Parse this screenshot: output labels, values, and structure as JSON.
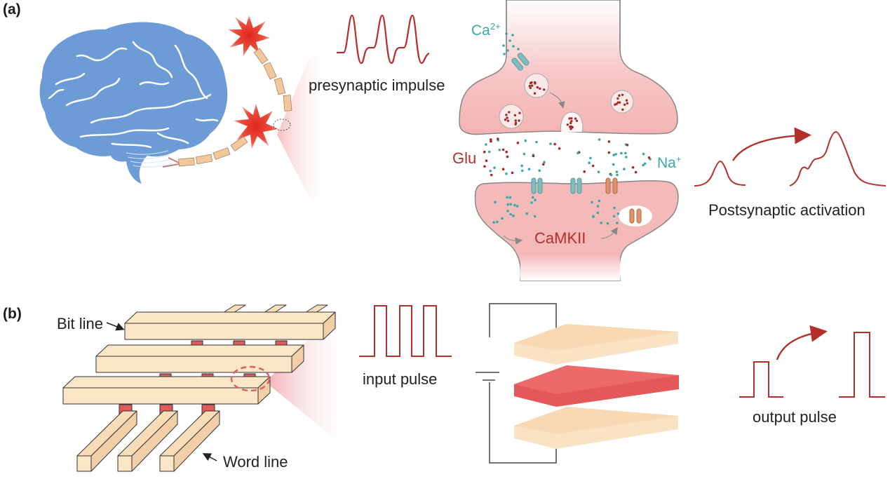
{
  "figure": {
    "panel_a": {
      "label": "(a)",
      "brain": {
        "icon": "brain-icon",
        "color": "#6d9bd6"
      },
      "neurons": {
        "icon": "neuron-icon",
        "soma_color": "#e43b2c",
        "axon_color": "#f2c79b"
      },
      "presynaptic_label": "presynaptic impulse",
      "ion_labels": {
        "calcium": "Ca",
        "calcium_charge": "2+",
        "glutamate": "Glu",
        "sodium": "Na",
        "sodium_charge": "+"
      },
      "enzyme_label": "CaMKII",
      "postsynaptic_label": "Postsynaptic activation",
      "colors": {
        "synapse_fill": "#f4b9b9",
        "waveform": "#b52f2a",
        "teal": "#3aa8a8",
        "glu_dot": "#a52a25",
        "channel_teal": "#7fbdbd",
        "channel_orange": "#e0916a"
      }
    },
    "panel_b": {
      "label": "(b)",
      "bit_line_label": "Bit line",
      "word_line_label": "Word line",
      "input_label": "input pulse",
      "output_label": "output pulse",
      "colors": {
        "electrode": "#f9ddb9",
        "switching_layer": "#e85c5c",
        "junction": "#e05a5a",
        "pulse": "#b52f2a",
        "wire": "#444444"
      }
    }
  }
}
